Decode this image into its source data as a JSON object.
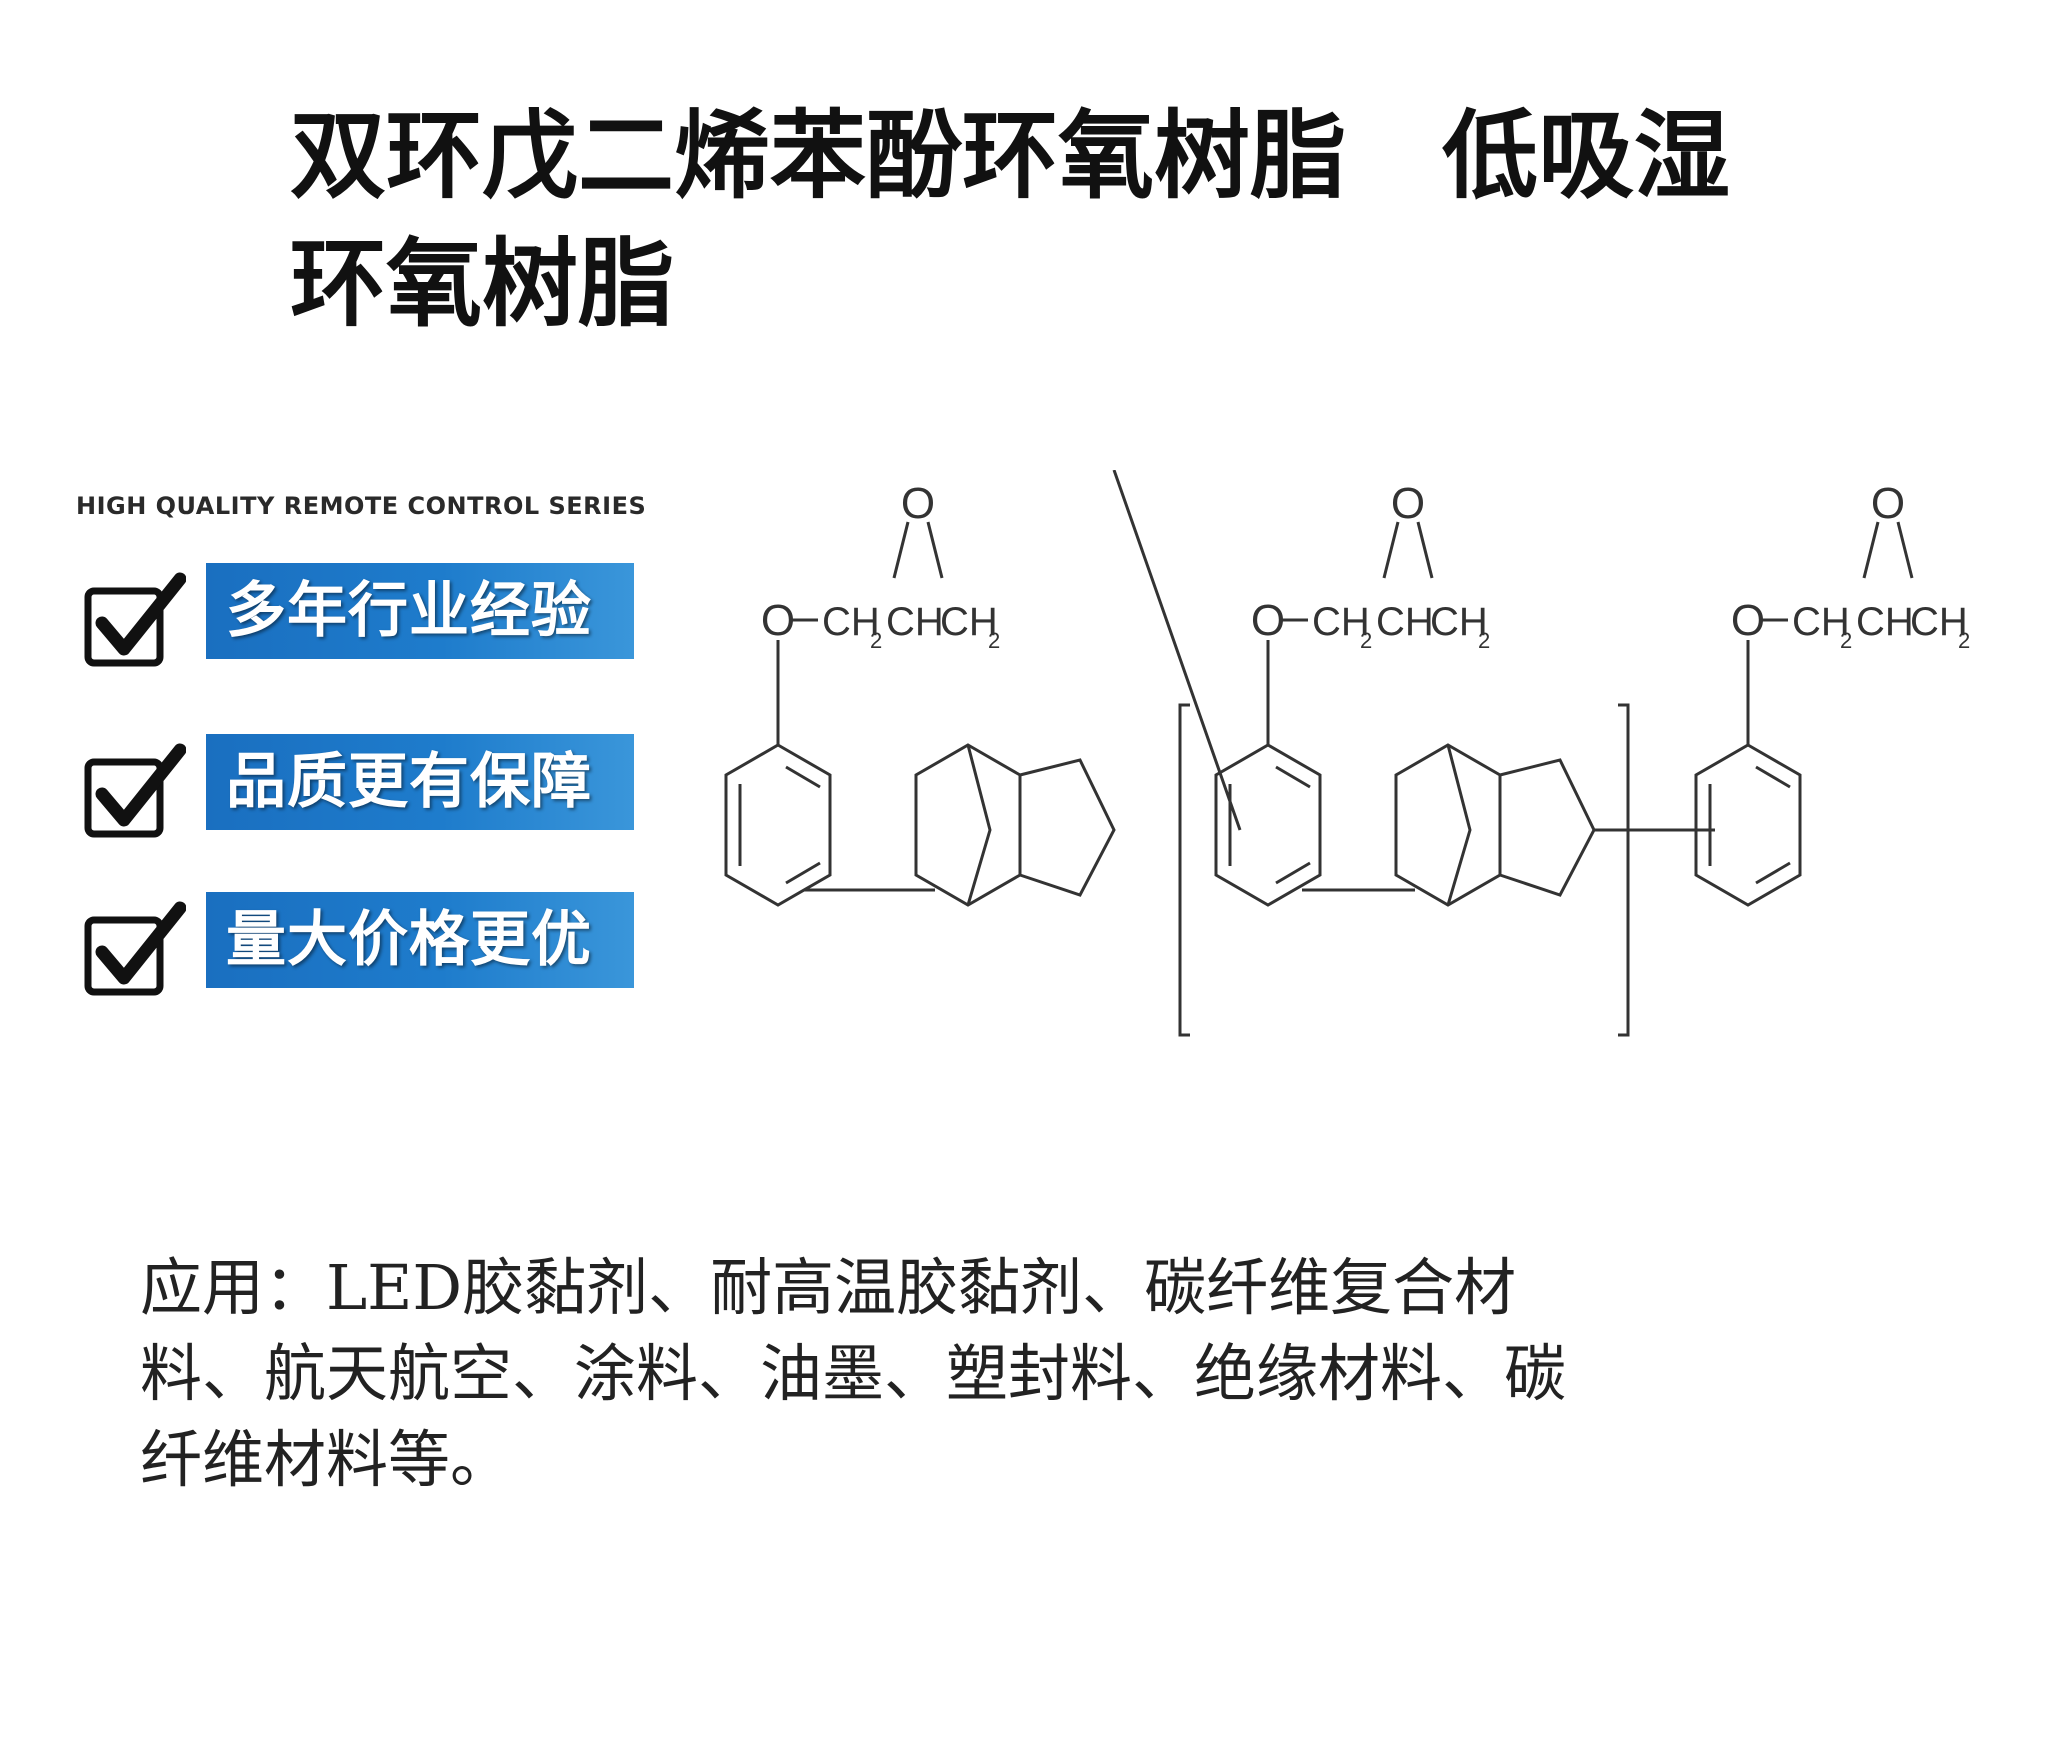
{
  "title": {
    "part1": "双环戊二烯苯酚环氧树脂",
    "part2": "低吸湿",
    "line2": "环氧树脂"
  },
  "features": {
    "series_label": "HIGH QUALITY REMOTE CONTROL SERIES",
    "items": [
      {
        "label": "多年行业经验",
        "icon": "checkbox-checked-icon"
      },
      {
        "label": "品质更有保障",
        "icon": "checkbox-checked-icon"
      },
      {
        "label": "量大价格更优",
        "icon": "checkbox-checked-icon"
      }
    ],
    "badge_color": "#1e7ccc"
  },
  "structure": {
    "epoxy_o": "O",
    "ether_o": "O",
    "chain_ch2": "CH",
    "chain_sub": "2",
    "chain_ch": "CH"
  },
  "application": {
    "text": "应用：LED胶黏剂、耐高温胶黏剂、碳纤维复合材料、航天航空、涂料、油墨、塑封料、绝缘材料、碳纤维材料等。"
  }
}
